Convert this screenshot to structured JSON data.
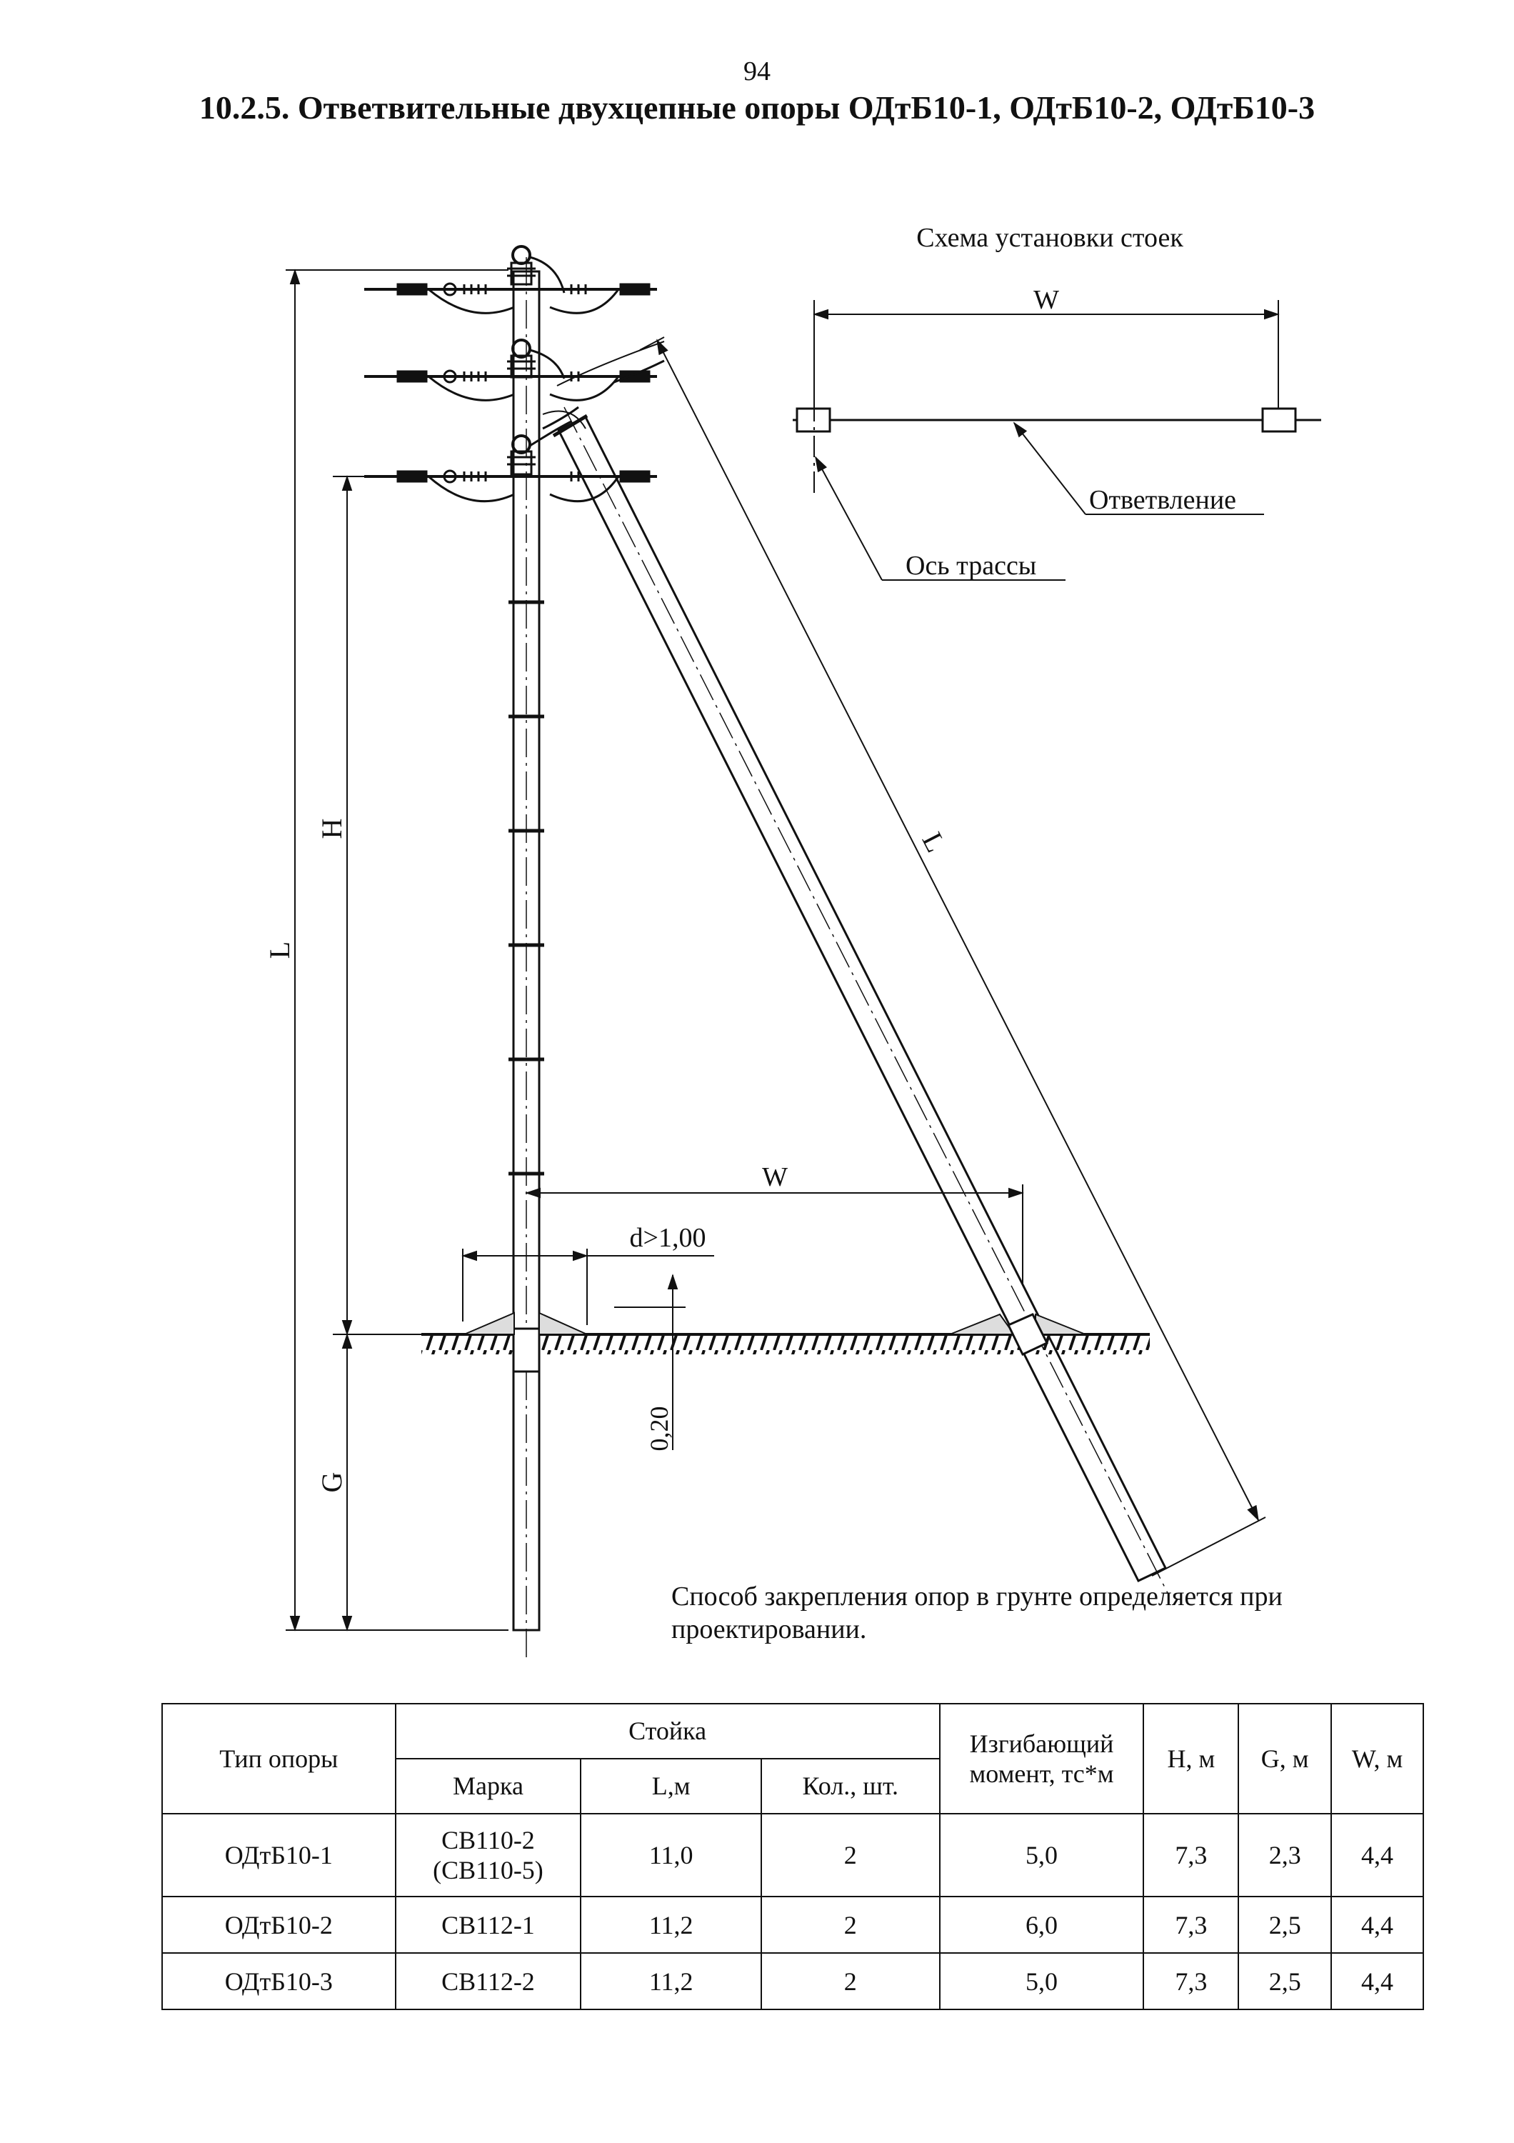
{
  "page": {
    "number": "94",
    "title": "10.2.5. Ответвительные двухцепные опоры ОДтБ10-1, ОДтБ10-2, ОДтБ10-3"
  },
  "drawing": {
    "scheme_title": "Схема установки стоек",
    "labels": {
      "branch": "Ответвление",
      "route_axis": "Ось трассы",
      "w_top": "W",
      "w_bottom": "W",
      "l_left": "L",
      "l_diag": "L",
      "h": "H",
      "g": "G",
      "d": "d>1,00",
      "depth": "0,20"
    },
    "note": "Способ закрепления опор в грунте определяется при проектировании."
  },
  "table": {
    "header": {
      "type": "Тип опоры",
      "stand": "Стойка",
      "grade": "Марка",
      "length": "L,м",
      "qty": "Кол., шт.",
      "moment": "Изгибающий момент, тс*м",
      "h": "H, м",
      "g": "G, м",
      "w": "W, м"
    },
    "rows": [
      {
        "type": "ОДтБ10-1",
        "grade_lines": [
          "СВ110-2",
          "(СВ110-5)"
        ],
        "length": "11,0",
        "qty": "2",
        "moment": "5,0",
        "h": "7,3",
        "g": "2,3",
        "w": "4,4"
      },
      {
        "type": "ОДтБ10-2",
        "grade_lines": [
          "СВ112-1"
        ],
        "length": "11,2",
        "qty": "2",
        "moment": "6,0",
        "h": "7,3",
        "g": "2,5",
        "w": "4,4"
      },
      {
        "type": "ОДтБ10-3",
        "grade_lines": [
          "СВ112-2"
        ],
        "length": "11,2",
        "qty": "2",
        "moment": "5,0",
        "h": "7,3",
        "g": "2,5",
        "w": "4,4"
      }
    ]
  }
}
